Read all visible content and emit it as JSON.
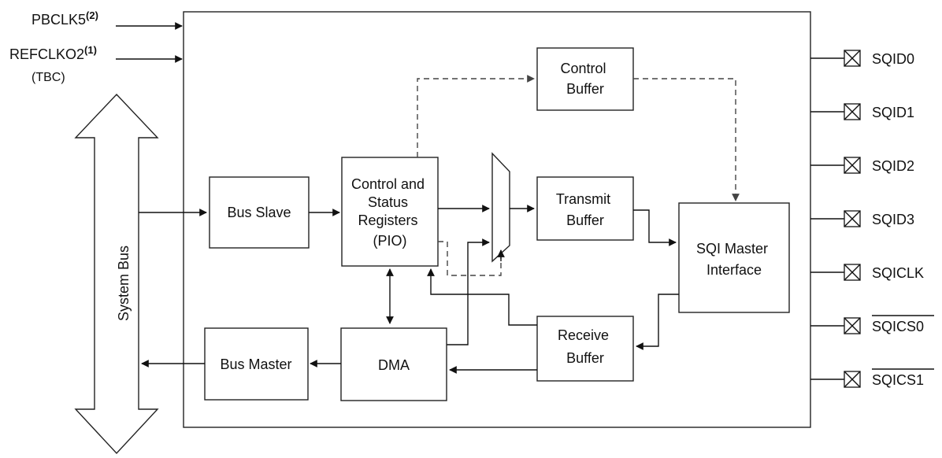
{
  "inputs": {
    "pbclk5": "PBCLK5",
    "pbclk5_note": "(2)",
    "refclko2": "REFCLKO2",
    "refclko2_note": "(1)",
    "tbc": "(TBC)"
  },
  "system_bus": "System Bus",
  "blocks": {
    "bus_slave": "Bus Slave",
    "bus_master": "Bus Master",
    "csr": [
      "Control and",
      "Status",
      "Registers",
      "(PIO)"
    ],
    "dma": "DMA",
    "control_buffer": [
      "Control",
      "Buffer"
    ],
    "transmit_buffer": [
      "Transmit",
      "Buffer"
    ],
    "receive_buffer": [
      "Receive",
      "Buffer"
    ],
    "sqi_master": [
      "SQI Master",
      "Interface"
    ]
  },
  "pins": [
    "SQID0",
    "SQID1",
    "SQID2",
    "SQID3",
    "SQICLK",
    "SQICS0",
    "SQICS1"
  ]
}
